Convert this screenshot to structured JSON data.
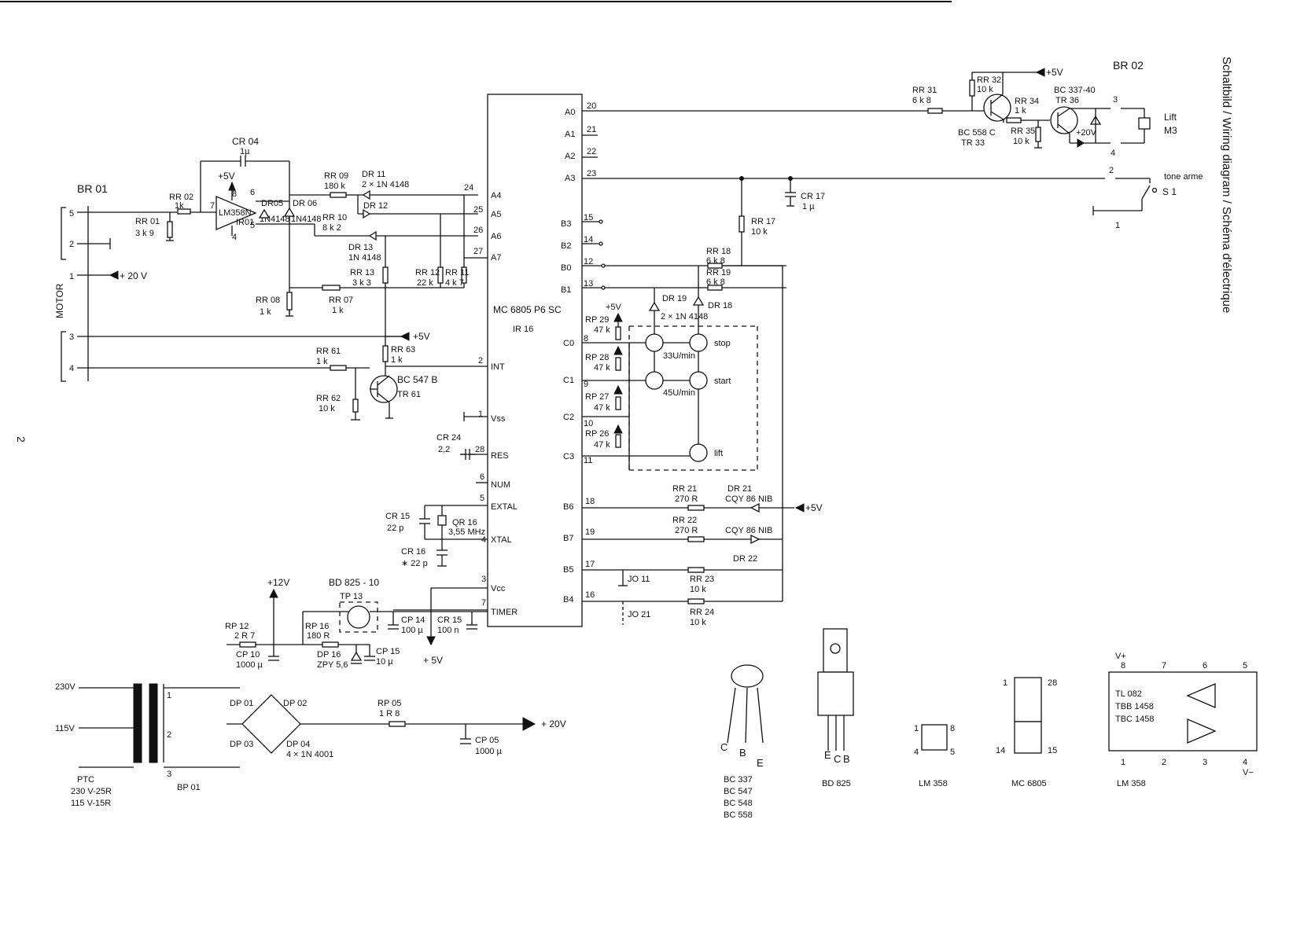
{
  "page_number": "2",
  "side_title": "Schaltbild / Wiring diagram / Schéma d'électrique",
  "connectors": {
    "br01": "BR 01",
    "br02": "BR 02",
    "bp01": "BP 01",
    "motor": "MOTOR",
    "br01_pins": [
      "5",
      "2",
      "1",
      "3",
      "4"
    ],
    "br02_pins": [
      "3",
      "4",
      "2",
      "1"
    ]
  },
  "ic": {
    "name": "MC 6805 P6 SC",
    "ref": "IR 16",
    "left_pins": [
      {
        "num": "24",
        "name": "A4"
      },
      {
        "num": "25",
        "name": "A5"
      },
      {
        "num": "26",
        "name": "A6"
      },
      {
        "num": "27",
        "name": "A7"
      },
      {
        "num": "2",
        "name": "INT"
      },
      {
        "num": "1",
        "name": "Vss"
      },
      {
        "num": "28",
        "name": "RES"
      },
      {
        "num": "6",
        "name": "NUM"
      },
      {
        "num": "5",
        "name": "EXTAL"
      },
      {
        "num": "4",
        "name": "XTAL"
      },
      {
        "num": "3",
        "name": "Vcc"
      },
      {
        "num": "7",
        "name": "TIMER"
      }
    ],
    "right_pins": [
      {
        "num": "20",
        "name": "A0"
      },
      {
        "num": "21",
        "name": "A1"
      },
      {
        "num": "22",
        "name": "A2"
      },
      {
        "num": "23",
        "name": "A3"
      },
      {
        "num": "15",
        "name": "B3"
      },
      {
        "num": "14",
        "name": "B2"
      },
      {
        "num": "12",
        "name": "B0"
      },
      {
        "num": "13",
        "name": "B1"
      },
      {
        "num": "8",
        "name": "C0"
      },
      {
        "num": "9",
        "name": "C1"
      },
      {
        "num": "10",
        "name": "C2"
      },
      {
        "num": "11",
        "name": "C3"
      },
      {
        "num": "18",
        "name": "B6"
      },
      {
        "num": "19",
        "name": "B7"
      },
      {
        "num": "17",
        "name": "B5"
      },
      {
        "num": "16",
        "name": "B4"
      }
    ]
  },
  "labels": {
    "cr04": "CR 04",
    "cr04_v": "1µ",
    "plus5v": "+5V",
    "plus5": "+ 5V",
    "plus20v": "+ 20 V",
    "plus12v": "+12V",
    "plus20": "+ 20V",
    "p20v_small": "+20V",
    "rr02": "RR 02",
    "rr02_v": "1k",
    "rr01": "RR 01",
    "rr01_v": "3 k 9",
    "lm358": "LM358N",
    "ir01": "IR01",
    "dr05": "DR05",
    "dr06": "DR 06",
    "n4148a": "1N4148",
    "n4148b": "1N4148",
    "rr09": "RR 09",
    "rr09_v": "180 k",
    "dr11": "DR 11",
    "dr11_v": "2 × 1N 4148",
    "dr12": "DR 12",
    "rr10": "RR 10",
    "rr10_v": "8 k 2",
    "dr13": "DR 13",
    "dr13_v": "1N 4148",
    "rr13": "RR 13",
    "rr13_v": "3 k 3",
    "rr12": "RR 12",
    "rr12_v": "22 k",
    "rr11": "RR 11",
    "rr11_v": "4 k 7",
    "rr08": "RR 08",
    "rr08_v": "1 k",
    "rr07": "RR 07",
    "rr07_v": "1 k",
    "rr61": "RR 61",
    "rr61_v": "1 k",
    "rr63": "RR 63",
    "rr63_v": "1 k",
    "bc547": "BC 547 B",
    "tr61": "TR 61",
    "rr62": "RR 62",
    "rr62_v": "10 k",
    "cr24": "CR 24",
    "cr24_v": "2,2",
    "cr15": "CR 15",
    "cr15_v": "22 p",
    "qr16": "QR 16",
    "qr16_v": "3,55 MHz",
    "cr16": "CR 16",
    "cr16_v": "∗ 22 p",
    "rr31": "RR 31",
    "rr31_v": "6 k 8",
    "rr32": "RR 32",
    "rr32_v": "10 k",
    "rr34": "RR 34",
    "rr34_v": "1 k",
    "rr35": "RR 35",
    "rr35_v": "10 k",
    "bc558": "BC 558 C",
    "tr33": "TR 33",
    "bc337": "BC 337-40",
    "tr36": "TR 36",
    "lift": "Lift",
    "m3": "M3",
    "tone_arm": "tone   arme",
    "s1": "S 1",
    "cr17": "CR 17",
    "cr17_v": "1 µ",
    "rr17": "RR 17",
    "rr17_v": "10 k",
    "rr18": "RR 18",
    "rr18_v": "6 k 8",
    "rr19": "RR 19",
    "rr19_v": "6 k 8",
    "dr19": "DR 19",
    "dr18": "DR 18",
    "dr1918_v": "2 × 1N 4148",
    "rp29": "RP 29",
    "rp28": "RP 28",
    "rp27": "RP 27",
    "rp26": "RP 26",
    "rp_v": "47 k",
    "stop": "stop",
    "start": "start",
    "lift_btn": "lift",
    "u33": "33U/min",
    "u45": "45U/min",
    "rr21": "RR 21",
    "rr21_v": "270 R",
    "dr21": "DR 21",
    "cqy": "CQY 86 NIB",
    "rr22": "RR 22",
    "rr22_v": "270 R",
    "dr22": "DR 22",
    "rr23": "RR 23",
    "rr23_v": "10 k",
    "rr24": "RR 24",
    "rr24_v": "10 k",
    "jo11": "JO 11",
    "jo21": "JO 21",
    "bd825": "BD 825 - 10",
    "tp13": "TP 13",
    "rp12": "RP 12",
    "rp12_v": "2 R 7",
    "rp16": "RP 16",
    "rp16_v": "180 R",
    "cp14": "CP 14",
    "cp14_v": "100 µ",
    "cr15b": "CR 15",
    "cr15b_v": "100 n",
    "cp10": "CP 10",
    "cp10_v": "1000 µ",
    "dp16": "DP 16",
    "dp16_v": "ZPY 5,6",
    "cp15": "CP 15",
    "cp15_v": "10 µ",
    "v230": "230V",
    "v115": "115V",
    "ptc": "PTC",
    "ptc_v1": "230 V-25R",
    "ptc_v2": "115 V-15R",
    "dp01": "DP 01",
    "dp02": "DP 02",
    "dp03": "DP 03",
    "dp04": "DP 04",
    "dp04_v": "4 × 1N 4001",
    "rp05": "RP 05",
    "rp05_v": "1 R 8",
    "cp05": "CP 05",
    "cp05_v": "1000 µ"
  },
  "packages": {
    "to92_names": [
      "BC 337",
      "BC 547",
      "BC 548",
      "BC 558"
    ],
    "to92_pins": [
      "C",
      "B",
      "E"
    ],
    "bd825": "BD 825",
    "bd825_pins": [
      "E",
      "C",
      "B"
    ],
    "lm358": "LM 358",
    "lm358_pins": [
      "1",
      "8",
      "4",
      "5"
    ],
    "mc6805": "MC 6805",
    "mc6805_pins": [
      "1",
      "28",
      "14",
      "15"
    ],
    "opamp_names": [
      "TL 082",
      "TBB 1458",
      "TBC 1458"
    ],
    "opamp_pins_top": [
      "V+",
      "8",
      "7",
      "6",
      "5"
    ],
    "opamp_pins_bottom": [
      "1",
      "2",
      "3",
      "4",
      "V−"
    ],
    "opamp_label": "LM 358"
  }
}
